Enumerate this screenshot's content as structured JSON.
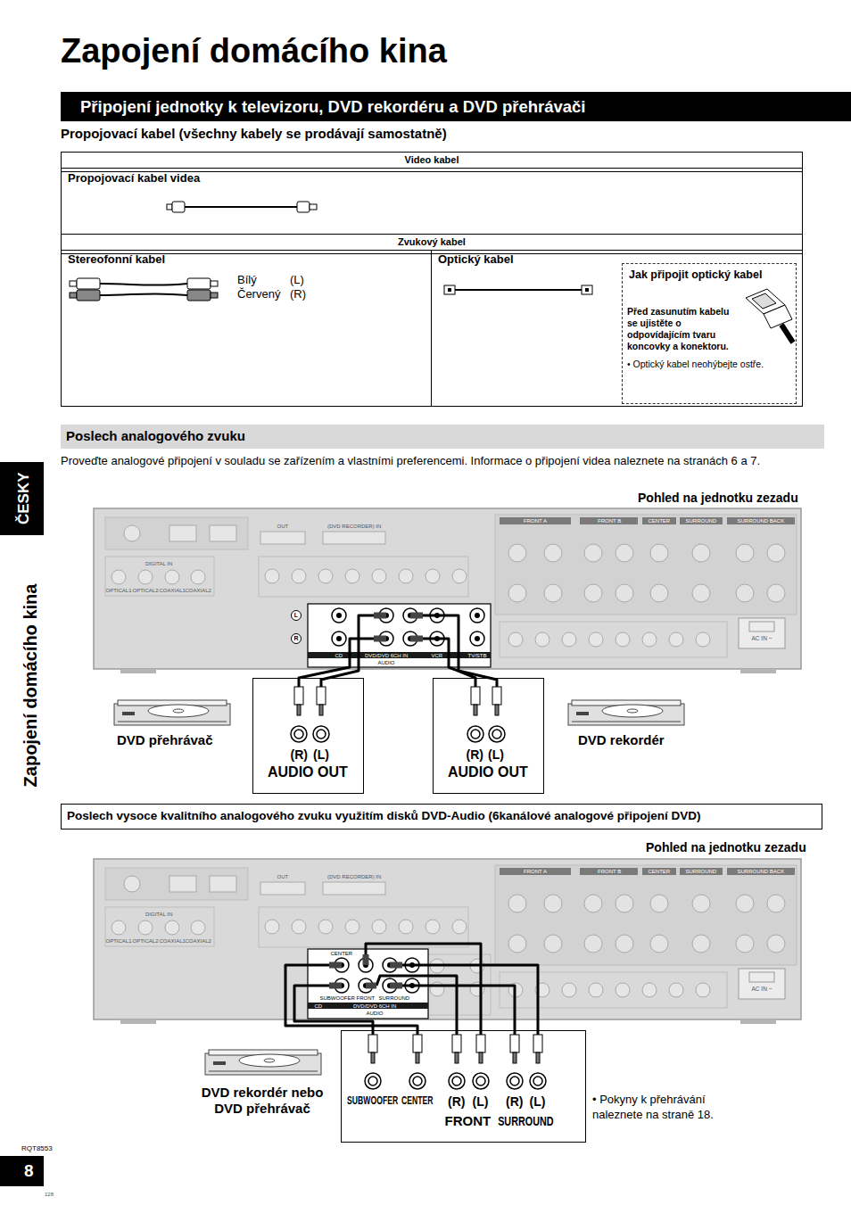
{
  "diagram": {
    "title": "Zapojení domácího kina",
    "nodes": [
      {
        "text": [
          "Připojení jednotky k televizoru, DVD rekordéru a DVD přehrávači"
        ]
      },
      {
        "text": [
          "Video kabel"
        ]
      },
      {
        "text": [
          "Propojovací kabel videa"
        ]
      },
      {
        "text": [
          "Zvukový kabel"
        ]
      },
      {
        "text": [
          "Stereofonní kabel",
          "Bílý",
          "(L)",
          "Červený",
          "(R)"
        ]
      },
      {
        "text": [
          "Optický kabel"
        ]
      },
      {
        "text": [
          "Jak připojit optický kabel",
          "Před zasunutím kabelu se ujistěte o odpovídajícím tvaru koncovky a konektoru.",
          "• Optický kabel neohýbejte ostře."
        ],
        "in": 5
      },
      {
        "text": [
          "Poslech analogového zvuku"
        ]
      },
      {
        "text": [
          "(R)",
          "(L)",
          "AUDIO OUT"
        ]
      },
      {
        "text": [
          "(R)",
          "(L)",
          "AUDIO OUT"
        ]
      },
      {
        "text": [
          "Poslech vysoce kvalitního analogového zvuku využitím disků DVD-Audio (6kanálové analogové připojení DVD)"
        ]
      },
      {
        "text": [
          "SUBWOOFER",
          "CENTER",
          "(R)",
          "(L)",
          "FRONT",
          "(R)",
          "(L)",
          "SURROUND"
        ]
      },
      {
        "text": [
          "ČESKY"
        ]
      },
      {
        "text": [
          "8"
        ]
      }
    ],
    "labels": [
      "Propojovací kabel (všechny kabely se prodávají samostatně)",
      "Proveďte analogové připojení v souladu se zařízením a vlastními preferencemi. Informace o připojení videa naleznete na stranách 6 a 7.",
      "Pohled na jednotku zezadu",
      "FRONT A",
      "FRONT B",
      "CENTER",
      "SURROUND",
      "SURROUND BACK",
      "DIGITAL IN",
      "OPTICAL1",
      "OPTICAL2",
      "COAXIAL1",
      "COAXIAL2",
      "OUT",
      "(DVD RECORDER) IN",
      "AC IN ~",
      "L",
      "R",
      "CD",
      "DVD/DVD 6CH IN",
      "VCR",
      "TV/STB",
      "AUDIO",
      "DVD přehrávač",
      "DVD rekordér",
      "Zapojení domácího kina",
      "Pohled na jednotku zezadu",
      "FRONT A",
      "FRONT B",
      "CENTER",
      "SURROUND",
      "SURROUND BACK",
      "DIGITAL IN",
      "OPTICAL1",
      "OPTICAL2",
      "COAXIAL1",
      "COAXIAL2",
      "OUT",
      "(DVD RECORDER) IN",
      "AC IN ~",
      "CENTER",
      "SUBWOOFER",
      "FRONT",
      "SURROUND",
      "CD",
      "DVD/DVD 6CH IN",
      "AUDIO",
      "DVD rekordér nebo DVD přehrávač",
      "• Pokyny k přehrávání naleznete na straně 18.",
      "RQT8553",
      "128"
    ]
  }
}
